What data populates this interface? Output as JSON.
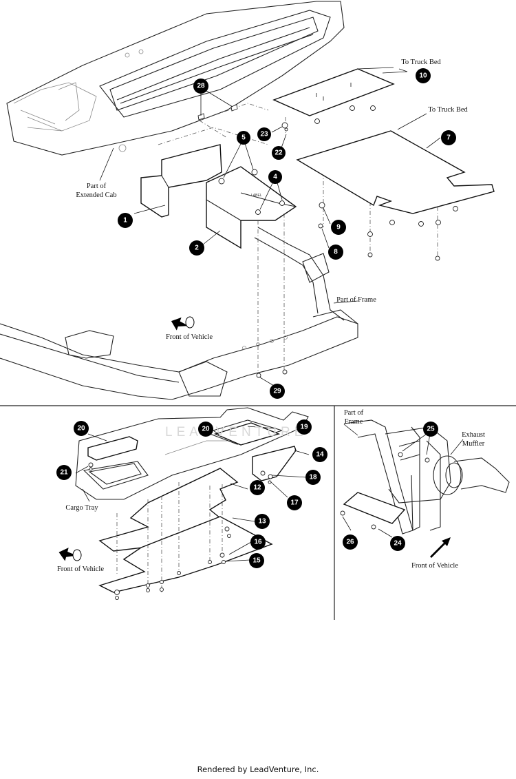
{
  "labels": {
    "to_truck_bed_1": "To Truck Bed",
    "to_truck_bed_2": "To Truck Bed",
    "part_of_extended_cab_1": "Part of",
    "part_of_extended_cab_2": "Extended Cab",
    "part_of_frame_top": "Part of Frame",
    "front_of_vehicle_top": "Front of Vehicle",
    "cargo_tray": "Cargo Tray",
    "front_of_vehicle_bottom_left": "Front of Vehicle",
    "part_of_frame_right_1": "Part of",
    "part_of_frame_right_2": "Frame",
    "exhaust_muffler_1": "Exhaust",
    "exhaust_muffler_2": "Muffler",
    "front_of_vehicle_bottom_right": "Front of Vehicle"
  },
  "callouts": [
    "28",
    "10",
    "5",
    "23",
    "7",
    "22",
    "4",
    "1",
    "9",
    "2",
    "8",
    "29",
    "20",
    "20",
    "19",
    "14",
    "21",
    "18",
    "12",
    "17",
    "13",
    "16",
    "15",
    "25",
    "26",
    "24"
  ],
  "watermark": "LEADVENTURE",
  "footer": "Rendered by LeadVenture, Inc."
}
